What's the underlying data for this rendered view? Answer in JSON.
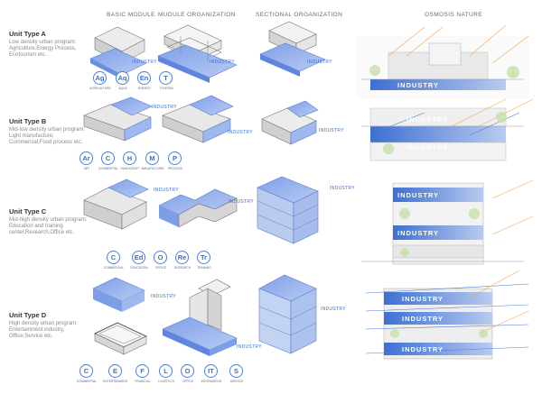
{
  "headers": {
    "basic_module": "BASIC MODULE",
    "module_organization": "MUDULE ORGANIZATION",
    "sectional_organization": "SECTIONAL ORGANIZATION",
    "osmosis_nature": "OSMOSIS NATURE"
  },
  "industry_label": "INDUSTRY",
  "units": [
    {
      "title": "Unit Type A",
      "description": "Low density urban program: Agriculture,Energy Process, Ecotourism etc.",
      "symbols": [
        {
          "symbol": "Ag",
          "label": "AGRICULTURE"
        },
        {
          "symbol": "Aq",
          "label": "Aqua"
        },
        {
          "symbol": "En",
          "label": "ENERGY"
        },
        {
          "symbol": "T",
          "label": "TOURISM"
        }
      ]
    },
    {
      "title": "Unit Type B",
      "description": "Mid-low density urban program: Light manufacture, Commercial,Food process etc.",
      "symbols": [
        {
          "symbol": "Ar",
          "label": "ART"
        },
        {
          "symbol": "C",
          "label": "COMMERTIAL"
        },
        {
          "symbol": "H",
          "label": "HANDICRAFT"
        },
        {
          "symbol": "M",
          "label": "MANUFACTURE"
        },
        {
          "symbol": "P",
          "label": "PROCESS"
        }
      ]
    },
    {
      "title": "Unit Type C",
      "description": "Mid-high density urban program: Education and training center,Research,Office etc.",
      "symbols": [
        {
          "symbol": "C",
          "label": "COMMERCIAL"
        },
        {
          "symbol": "Ed",
          "label": "EDUCATION"
        },
        {
          "symbol": "O",
          "label": "OFFICE"
        },
        {
          "symbol": "Re",
          "label": "RESEARCH"
        },
        {
          "symbol": "Tr",
          "label": "TRAINING"
        }
      ]
    },
    {
      "title": "Unit Type D",
      "description": "High density urban program: Entertainment industry, Office,Service etc.",
      "symbols": [
        {
          "symbol": "C",
          "label": "COMMERTIAL"
        },
        {
          "symbol": "E",
          "label": "ENTERTAINMENT"
        },
        {
          "symbol": "F",
          "label": "FINANCIAL"
        },
        {
          "symbol": "L",
          "label": "LOGISTICS"
        },
        {
          "symbol": "O",
          "label": "OFFICE"
        },
        {
          "symbol": "IT",
          "label": "INFORMATION"
        },
        {
          "symbol": "S",
          "label": "SERVICE"
        }
      ]
    }
  ],
  "colors": {
    "accent_blue": "#4a7fd8",
    "light_blue": "#9fb8ee",
    "gray_box": "#d4d4d4",
    "orange_rays": "#f0a858"
  }
}
